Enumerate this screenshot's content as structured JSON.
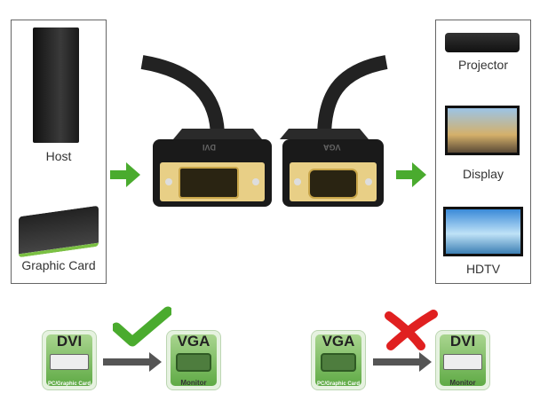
{
  "sources": {
    "host": "Host",
    "graphic_card": "Graphic Card"
  },
  "connectors": {
    "dvi_mark": "DVI",
    "vga_mark": "VGA"
  },
  "outputs": {
    "projector": "Projector",
    "display": "Display",
    "hdtv": "HDTV"
  },
  "compat": [
    {
      "from": "DVI",
      "from_sub": "PC/Graphic Card",
      "to": "VGA",
      "to_sub": "Monitor",
      "status": "supported"
    },
    {
      "from": "VGA",
      "from_sub": "PC/Graphic Card",
      "to": "DVI",
      "to_sub": "Monitor",
      "status": "unsupported"
    }
  ],
  "colors": {
    "green": "#4aab2e",
    "red": "#e02020"
  }
}
